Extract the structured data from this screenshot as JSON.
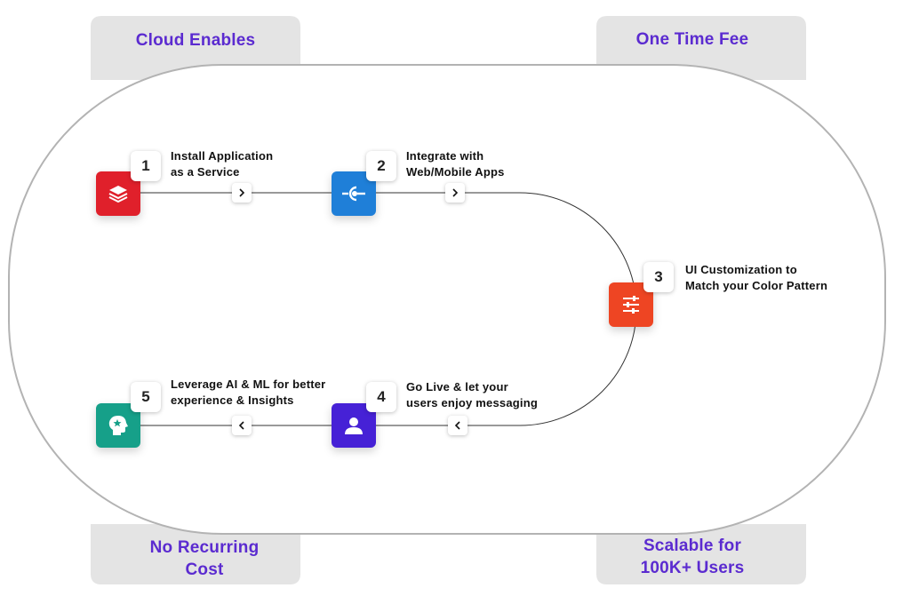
{
  "corners": {
    "top_left": "Cloud Enables",
    "top_right": "One Time Fee",
    "bottom_left_line1": "No Recurring",
    "bottom_left_line2": "Cost",
    "bottom_right_line1": "Scalable for",
    "bottom_right_line2": "100K+ Users"
  },
  "steps": [
    {
      "number": "1",
      "line1": "Install Application",
      "line2": "as a Service",
      "icon": "layers-icon",
      "color": "#e0202b"
    },
    {
      "number": "2",
      "line1": "Integrate with",
      "line2": "Web/Mobile Apps",
      "icon": "plug-icon",
      "color": "#1f7fd8"
    },
    {
      "number": "3",
      "line1": "UI Customization to",
      "line2": "Match your Color Pattern",
      "icon": "sliders-icon",
      "color": "#ee4523"
    },
    {
      "number": "4",
      "line1": "Go Live & let your",
      "line2": "users enjoy messaging",
      "icon": "user-icon",
      "color": "#4621d6"
    },
    {
      "number": "5",
      "line1": "Leverage AI & ML for better",
      "line2": "experience & Insights",
      "icon": "ai-head-icon",
      "color": "#16a089"
    }
  ],
  "colors": {
    "corner_bg": "#e4e4e4",
    "label_purple": "#5b2bd0",
    "line": "#333333"
  }
}
